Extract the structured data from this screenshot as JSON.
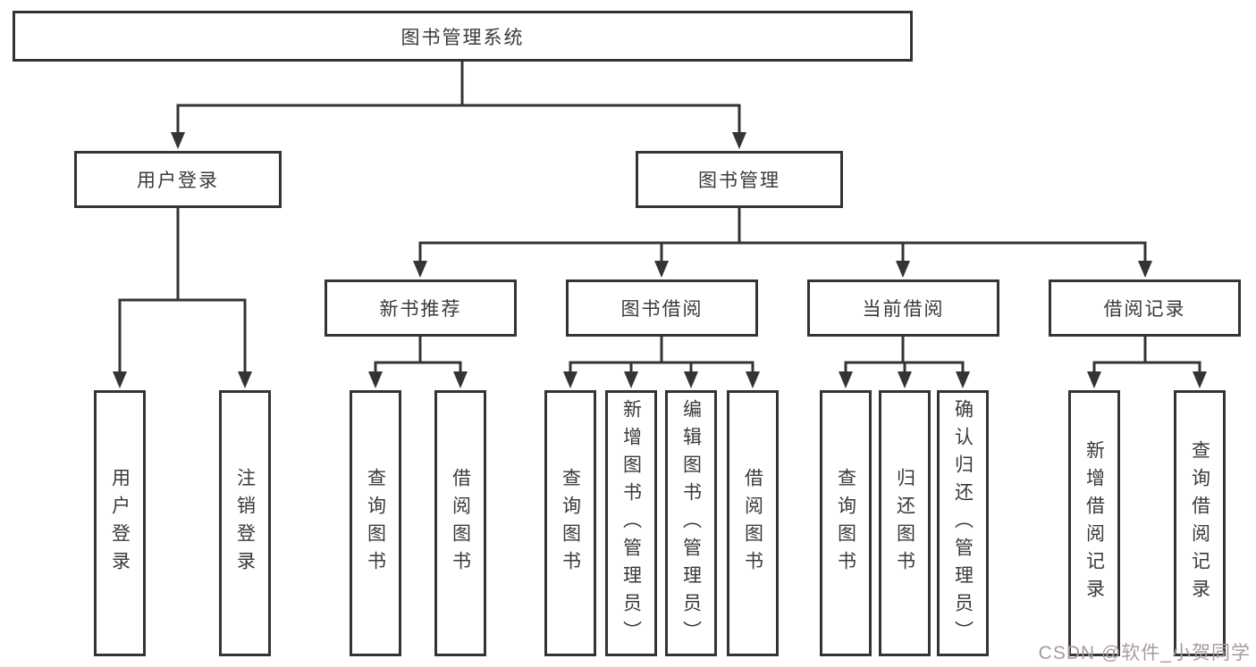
{
  "diagram_title": "图书管理系统",
  "colors": {
    "line": "#343434",
    "box_border": "#343434",
    "text": "#3a3a3a",
    "background": "#ffffff",
    "watermark": "#a89a9c"
  },
  "root": {
    "label": "图书管理系统",
    "children": [
      {
        "label": "用户登录",
        "children": [
          {
            "label": "用户登录"
          },
          {
            "label": "注销登录"
          }
        ]
      },
      {
        "label": "图书管理",
        "children": [
          {
            "label": "新书推荐",
            "children": [
              {
                "label": "查询图书"
              },
              {
                "label": "借阅图书"
              }
            ]
          },
          {
            "label": "图书借阅",
            "children": [
              {
                "label": "查询图书"
              },
              {
                "label": "新增图书（管理员）"
              },
              {
                "label": "编辑图书（管理员）"
              },
              {
                "label": "借阅图书"
              }
            ]
          },
          {
            "label": "当前借阅",
            "children": [
              {
                "label": "查询图书"
              },
              {
                "label": "归还图书"
              },
              {
                "label": "确认归还（管理员）"
              }
            ]
          },
          {
            "label": "借阅记录",
            "children": [
              {
                "label": "新增借阅记录"
              },
              {
                "label": "查询借阅记录"
              }
            ]
          }
        ]
      }
    ]
  },
  "watermark": {
    "text": "CSDN @软件_小贺同学"
  }
}
